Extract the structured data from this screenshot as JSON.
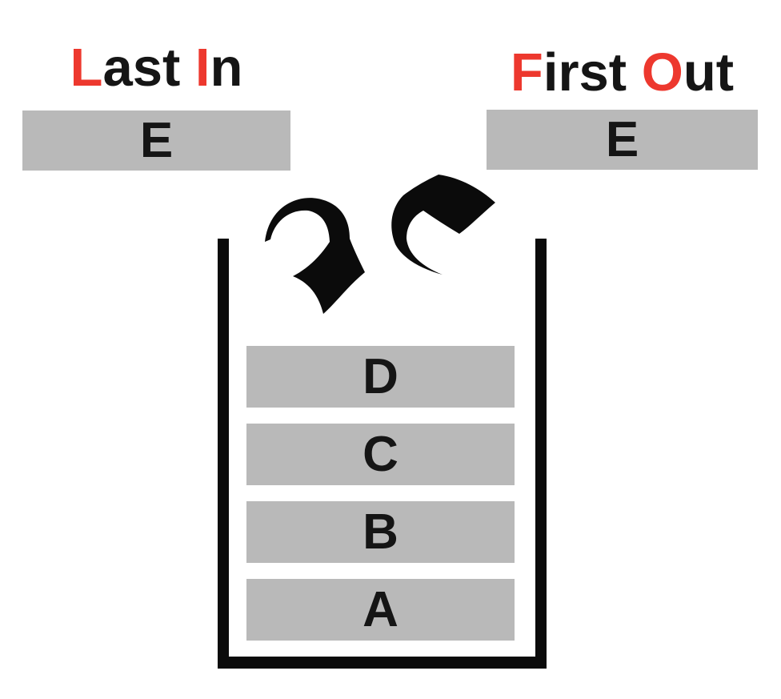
{
  "colors": {
    "bar": "#b9b9b9",
    "red": "#ed382e",
    "ink": "#151515",
    "wall": "#0b0b0b"
  },
  "titles": {
    "left": [
      "L",
      "ast ",
      "I",
      "n"
    ],
    "right": [
      "F",
      "irst ",
      "O",
      "ut"
    ]
  },
  "items": {
    "incoming": "E",
    "outgoing": "E",
    "stack": [
      "D",
      "C",
      "B",
      "A"
    ]
  },
  "icons": {
    "push_arrow": "curved-arrow-into-stack",
    "pop_arrow": "curved-arrow-out-of-stack"
  }
}
